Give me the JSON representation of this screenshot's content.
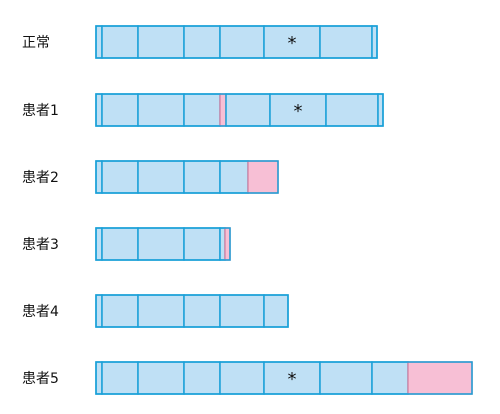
{
  "colors": {
    "segment_fill": "#bfe0f5",
    "segment_border": "#1aa0d8",
    "insert_fill": "#f7bfd5",
    "insert_border": "#d88aaa",
    "marker_color": "#111111"
  },
  "marker_symbol": "*",
  "rows": [
    {
      "label": "正常",
      "segments": [
        {
          "type": "normal",
          "w": 6
        },
        {
          "type": "normal",
          "w": 36
        },
        {
          "type": "normal",
          "w": 46
        },
        {
          "type": "normal",
          "w": 36
        },
        {
          "type": "normal",
          "w": 44
        },
        {
          "type": "normal",
          "w": 56,
          "marker": true
        },
        {
          "type": "normal",
          "w": 52
        },
        {
          "type": "normal",
          "w": 5
        }
      ]
    },
    {
      "label": "患者1",
      "segments": [
        {
          "type": "normal",
          "w": 6
        },
        {
          "type": "normal",
          "w": 36
        },
        {
          "type": "normal",
          "w": 46
        },
        {
          "type": "normal",
          "w": 36
        },
        {
          "type": "insert",
          "w": 6
        },
        {
          "type": "normal",
          "w": 44
        },
        {
          "type": "normal",
          "w": 56,
          "marker": true
        },
        {
          "type": "normal",
          "w": 52
        },
        {
          "type": "normal",
          "w": 5
        }
      ]
    },
    {
      "label": "患者2",
      "segments": [
        {
          "type": "normal",
          "w": 6
        },
        {
          "type": "normal",
          "w": 36
        },
        {
          "type": "normal",
          "w": 46
        },
        {
          "type": "normal",
          "w": 36
        },
        {
          "type": "normal",
          "w": 28
        },
        {
          "type": "insert",
          "w": 30
        }
      ]
    },
    {
      "label": "患者3",
      "segments": [
        {
          "type": "normal",
          "w": 6
        },
        {
          "type": "normal",
          "w": 36
        },
        {
          "type": "normal",
          "w": 46
        },
        {
          "type": "normal",
          "w": 36
        },
        {
          "type": "normal",
          "w": 5
        },
        {
          "type": "insert",
          "w": 5
        }
      ]
    },
    {
      "label": "患者4",
      "segments": [
        {
          "type": "normal",
          "w": 6
        },
        {
          "type": "normal",
          "w": 36
        },
        {
          "type": "normal",
          "w": 46
        },
        {
          "type": "normal",
          "w": 36
        },
        {
          "type": "normal",
          "w": 44
        },
        {
          "type": "normal",
          "w": 24
        }
      ]
    },
    {
      "label": "患者5",
      "segments": [
        {
          "type": "normal",
          "w": 6
        },
        {
          "type": "normal",
          "w": 36
        },
        {
          "type": "normal",
          "w": 46
        },
        {
          "type": "normal",
          "w": 36
        },
        {
          "type": "normal",
          "w": 44
        },
        {
          "type": "normal",
          "w": 56,
          "marker": true
        },
        {
          "type": "normal",
          "w": 52
        },
        {
          "type": "normal",
          "w": 36
        },
        {
          "type": "insert",
          "w": 64
        }
      ]
    }
  ]
}
